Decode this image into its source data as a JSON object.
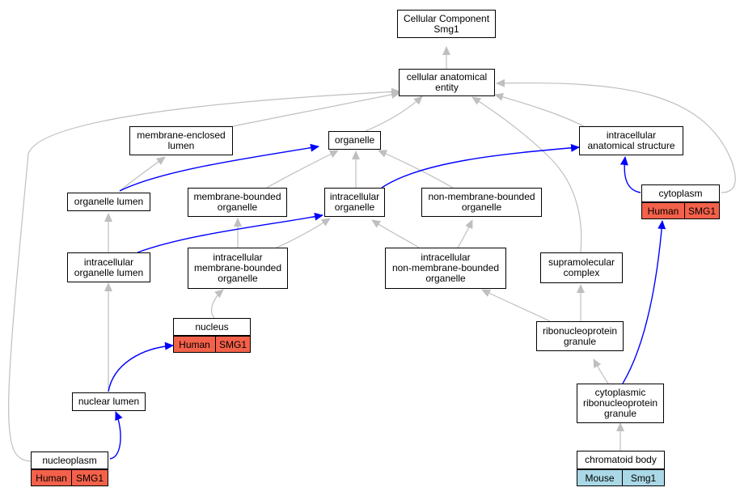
{
  "colors": {
    "is_a_edge": "#bfbfbf",
    "part_of_edge": "#0000ff",
    "human_fill": "#f4614a",
    "mouse_fill": "#aad8e6",
    "node_border": "#000000"
  },
  "nodes": {
    "root": "Cellular Component\nSmg1",
    "cae": "cellular anatomical\nentity",
    "mel": "membrane-enclosed\nlumen",
    "organelle": "organelle",
    "ias": "intracellular\nanatomical structure",
    "ol": "organelle lumen",
    "mbo": "membrane-bounded\norganelle",
    "io": "intracellular\norganelle",
    "nmbo": "non-membrane-bounded\norganelle",
    "cytoplasm": "cytoplasm",
    "iol": "intracellular\norganelle lumen",
    "imbo": "intracellular\nmembrane-bounded\norganelle",
    "inmbo": "intracellular\nnon-membrane-bounded\norganelle",
    "smc": "supramolecular\ncomplex",
    "nucleus": "nucleus",
    "rnpg": "ribonucleoprotein\ngranule",
    "nl": "nuclear lumen",
    "crnpg": "cytoplasmic\nribonucleoprotein\ngranule",
    "nucleoplasm": "nucleoplasm",
    "chromatoid": "chromatoid body"
  },
  "tags": {
    "cytoplasm": [
      "Human",
      "SMG1"
    ],
    "nucleus": [
      "Human",
      "SMG1"
    ],
    "nucleoplasm": [
      "Human",
      "SMG1"
    ],
    "chromatoid": [
      "Mouse",
      "Smg1"
    ]
  }
}
